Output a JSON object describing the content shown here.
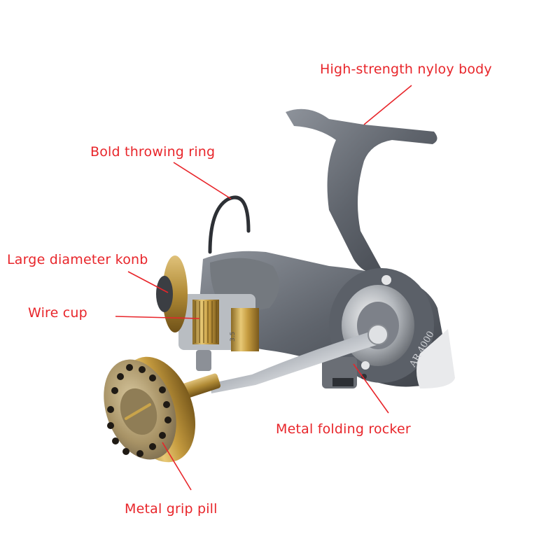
{
  "product": {
    "model_marking": "AR 4000",
    "spool_marking": "3.5"
  },
  "callouts": [
    {
      "id": "body",
      "text": "High-strength nyloy body"
    },
    {
      "id": "ring",
      "text": "Bold throwing ring"
    },
    {
      "id": "knob",
      "text": "Large diameter konb"
    },
    {
      "id": "cup",
      "text": "Wire cup"
    },
    {
      "id": "rocker",
      "text": "Metal folding rocker"
    },
    {
      "id": "grip",
      "text": "Metal grip pill"
    }
  ],
  "colors": {
    "callout": "#e8252a",
    "body_gray": "#6b7079",
    "gold": "#c9a44a",
    "chrome": "#b8bcc2"
  }
}
